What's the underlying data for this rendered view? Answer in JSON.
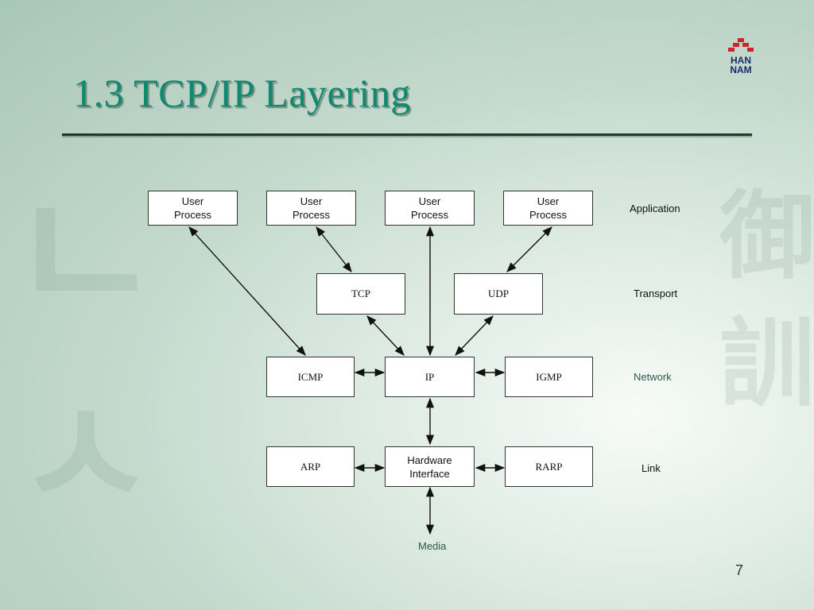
{
  "slide": {
    "title": "1.3 TCP/IP Layering",
    "page_number": "7",
    "logo_text": [
      "HAN",
      "NAM"
    ],
    "colors": {
      "title": "#0f8a70",
      "rule": "#1e3a2c",
      "logo_mark": "#c8262c",
      "logo_text": "#1a2b6b",
      "arrow": "#111111"
    }
  },
  "diagram": {
    "layers": {
      "application": "Application",
      "transport": "Transport",
      "network": "Network",
      "link": "Link"
    },
    "nodes": {
      "up1": [
        "User",
        "Process"
      ],
      "up2": [
        "User",
        "Process"
      ],
      "up3": [
        "User",
        "Process"
      ],
      "up4": [
        "User",
        "Process"
      ],
      "tcp": "TCP",
      "udp": "UDP",
      "icmp": "ICMP",
      "ip": "IP",
      "igmp": "IGMP",
      "arp": "ARP",
      "hw": [
        "Hardware",
        "Interface"
      ],
      "rarp": "RARP",
      "media": "Media"
    }
  }
}
